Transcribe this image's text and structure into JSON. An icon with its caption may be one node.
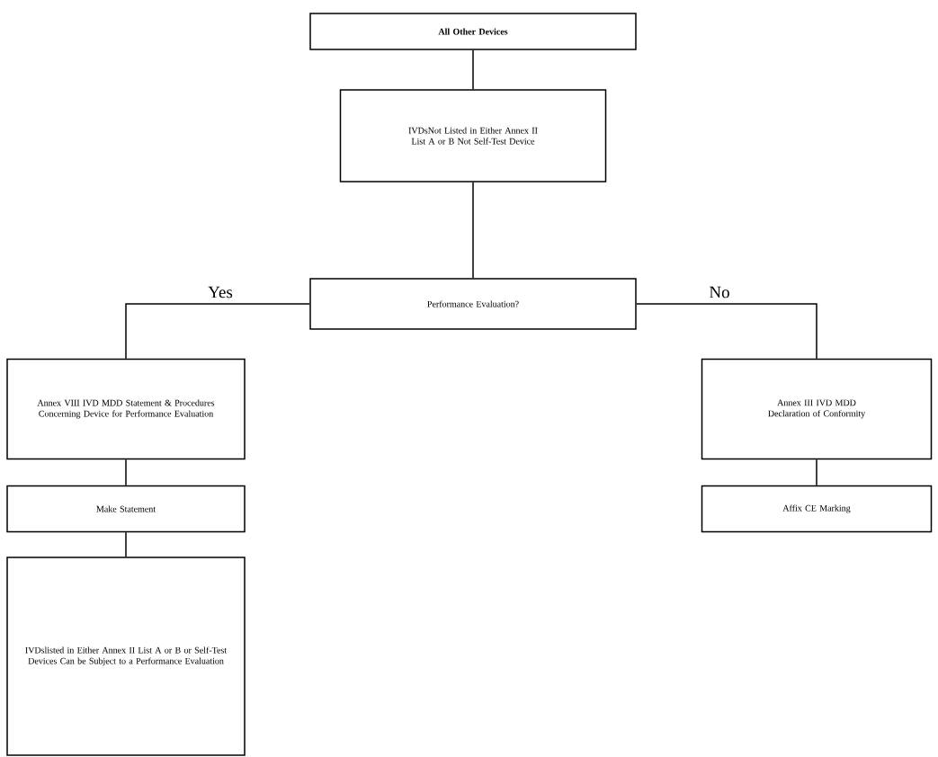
{
  "diagram": {
    "nodes": [
      {
        "text": [
          "All Other Devices"
        ]
      },
      {
        "text": [
          "IVDsNot Listed in Either Annex II List A or B Not Self-Test Device"
        ]
      },
      {
        "text": [
          "Performance Evaluation?"
        ]
      },
      {
        "text": [
          "Annex VIII IVD MDD Statement & Procedures Concerning Device for Performance Evaluation"
        ]
      },
      {
        "text": [
          "Annex III IVD MDD Declaration of Conformity"
        ]
      },
      {
        "text": [
          "Make Statement"
        ]
      },
      {
        "text": [
          "Affix CE Marking"
        ]
      },
      {
        "text": [
          "IVDslisted in Either Annex II List A or B or Self-Test Devices Can be Subject to a Performance Evaluation"
        ]
      }
    ],
    "edges": [
      {
        "from": 0,
        "to": 1,
        "arrow": "none"
      },
      {
        "from": 1,
        "to": 2,
        "arrow": "none"
      },
      {
        "from": 2,
        "to": 3,
        "arrow": "none",
        "label": "Yes"
      },
      {
        "from": 2,
        "to": 4,
        "arrow": "none",
        "label": "No"
      },
      {
        "from": 3,
        "to": 5,
        "arrow": "none"
      },
      {
        "from": 4,
        "to": 6,
        "arrow": "none"
      },
      {
        "from": 5,
        "to": 7,
        "arrow": "none"
      }
    ]
  }
}
